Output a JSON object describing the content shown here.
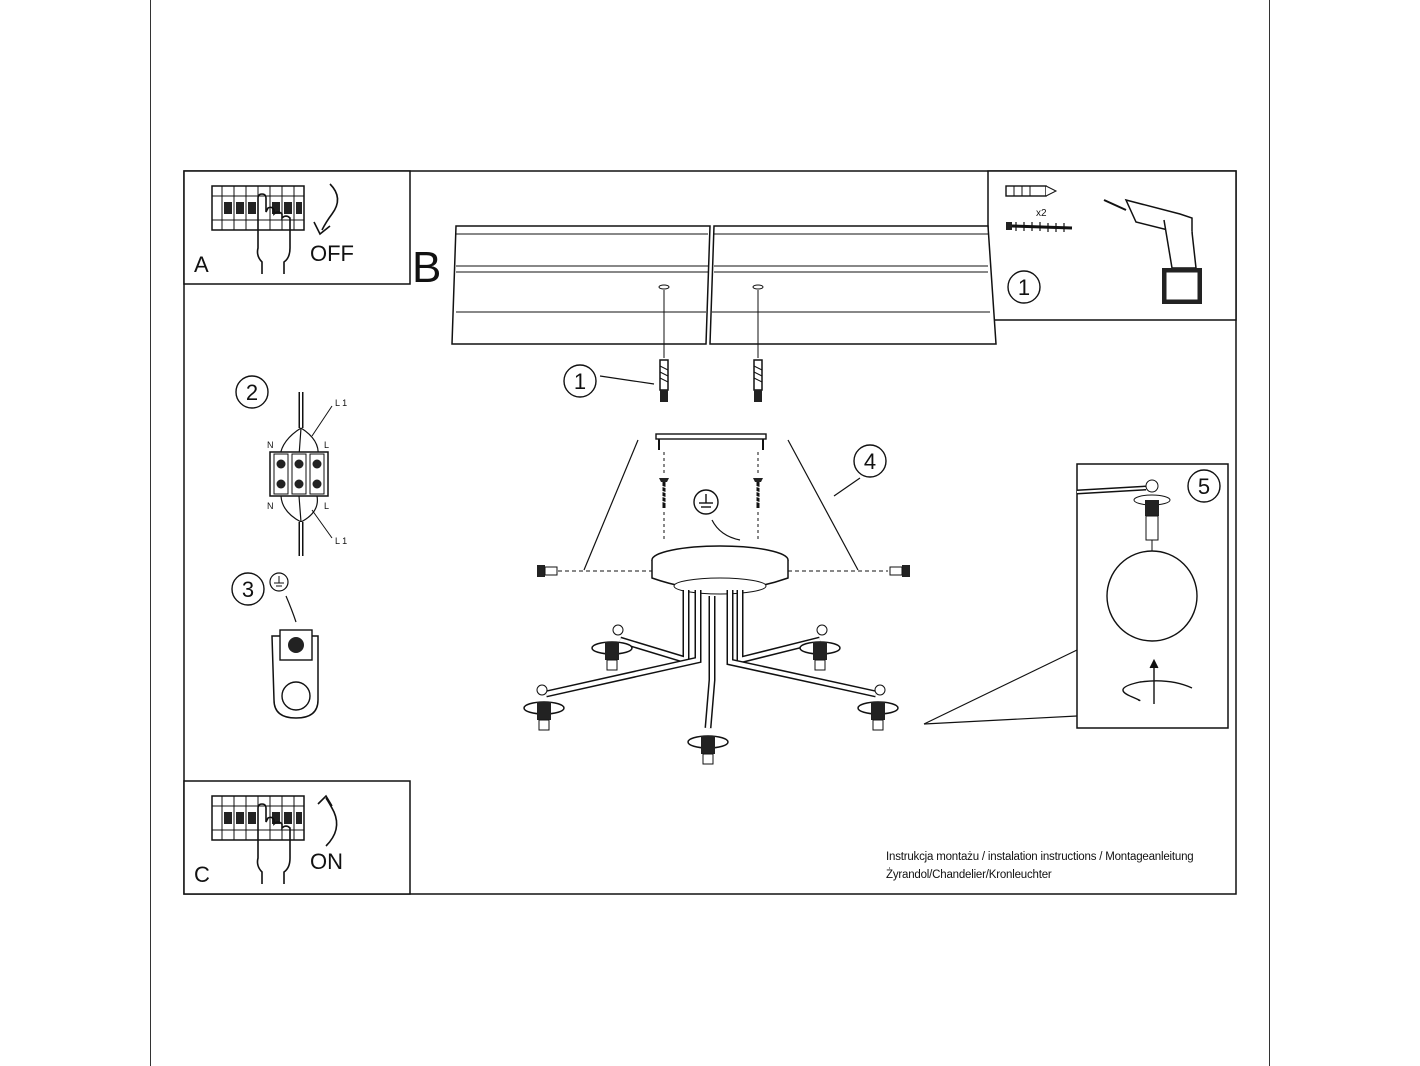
{
  "panels": {
    "a": {
      "letter": "A",
      "switch_text": "OFF"
    },
    "b": {
      "letter": "B"
    },
    "c": {
      "letter": "C",
      "switch_text": "ON"
    }
  },
  "steps": {
    "s1_inset": "1",
    "s1": "1",
    "s2": "2",
    "s3": "3",
    "s4": "4",
    "s5": "5"
  },
  "inset": {
    "dowel_count": "x2"
  },
  "wiring": {
    "top_l1": "L 1",
    "top_n": "N",
    "top_l": "L",
    "bottom_n": "N",
    "bottom_l": "L",
    "bottom_l1": "L 1"
  },
  "icons": [
    "earth-ground-icon",
    "drill-icon",
    "hand-icon",
    "curved-arrow-icon",
    "rotate-arrow-icon"
  ],
  "caption": {
    "line1": "Instrukcja montażu / instalation instructions / Montageanleitung",
    "line2": "Żyrandol/Chandelier/Kronleuchter"
  }
}
